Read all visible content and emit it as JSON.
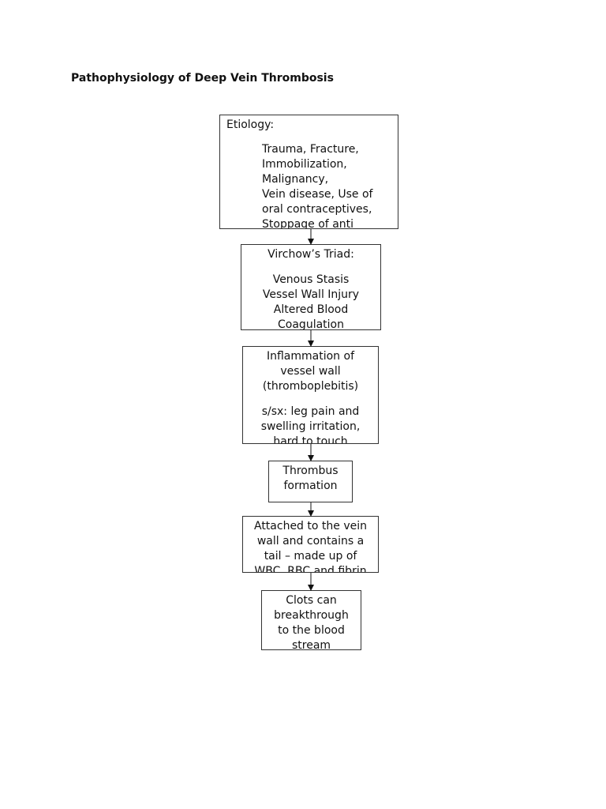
{
  "title": "Pathophysiology of Deep Vein Thrombosis",
  "boxes": {
    "etiology": {
      "heading": "Etiology:",
      "body": "Trauma, Fracture,\nImmobilization,\nMalignancy,\nVein disease, Use of\noral contraceptives,\nStoppage of anti"
    },
    "virchow": {
      "heading": "Virchow’s Triad:",
      "body": "Venous Stasis\nVessel Wall Injury\nAltered Blood\nCoagulation"
    },
    "inflammation": {
      "heading": "Inflammation of\nvessel wall\n(thromboplebitis)",
      "body": "s/sx: leg pain and\nswelling irritation,\nhard to touch"
    },
    "thrombus": {
      "heading": "Thrombus\nformation"
    },
    "attached": {
      "heading": "Attached to the vein\nwall and contains a\ntail – made up of\nWBC, RBC and fibrin"
    },
    "clots": {
      "heading": "Clots can\nbreakthrough\nto the blood\nstream"
    }
  }
}
